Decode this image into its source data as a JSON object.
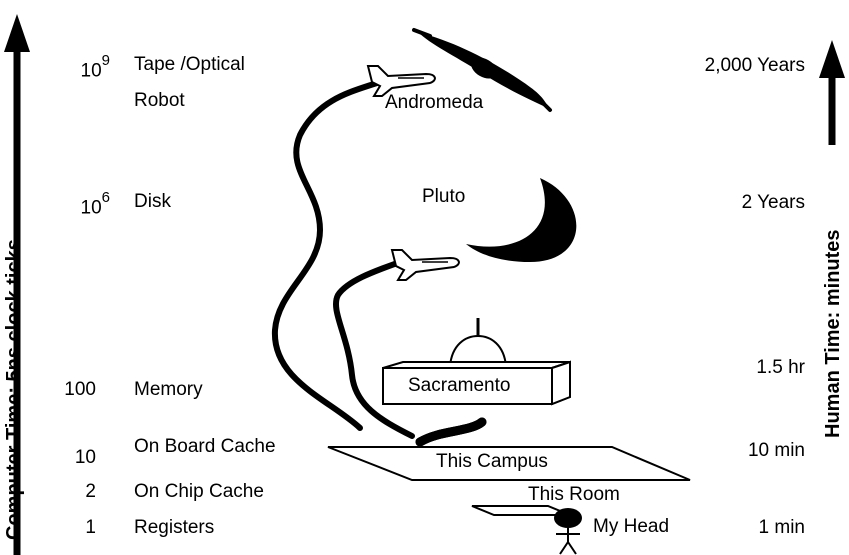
{
  "axes": {
    "left_label": "Computer Time: 5ns clock ticks",
    "right_label": "Human Time: minutes"
  },
  "levels": {
    "tape": {
      "base": "10",
      "exp": "9",
      "name_1": "Tape /Optical",
      "name_2": "Robot",
      "human": "2,000 Years",
      "place": "Andromeda"
    },
    "disk": {
      "base": "10",
      "exp": "6",
      "name": "Disk",
      "human": "2 Years",
      "place": "Pluto"
    },
    "memory": {
      "ticks": "100",
      "name": "Memory",
      "human": "1.5 hr",
      "place": "Sacramento"
    },
    "board": {
      "ticks": "10",
      "name": "On Board Cache",
      "human": "10 min",
      "place": "This Campus"
    },
    "chip": {
      "ticks": "2",
      "name": "On Chip Cache",
      "place": "This Room"
    },
    "registers": {
      "ticks": "1",
      "name": "Registers",
      "human": "1 min",
      "place": "My Head"
    }
  },
  "colors": {
    "ink": "#000000",
    "paper": "#ffffff"
  },
  "icons": [
    "up-arrow-icon",
    "airplane-icon",
    "galaxy-icon",
    "crescent-moon-icon",
    "capitol-building-icon",
    "stick-figure-icon"
  ]
}
